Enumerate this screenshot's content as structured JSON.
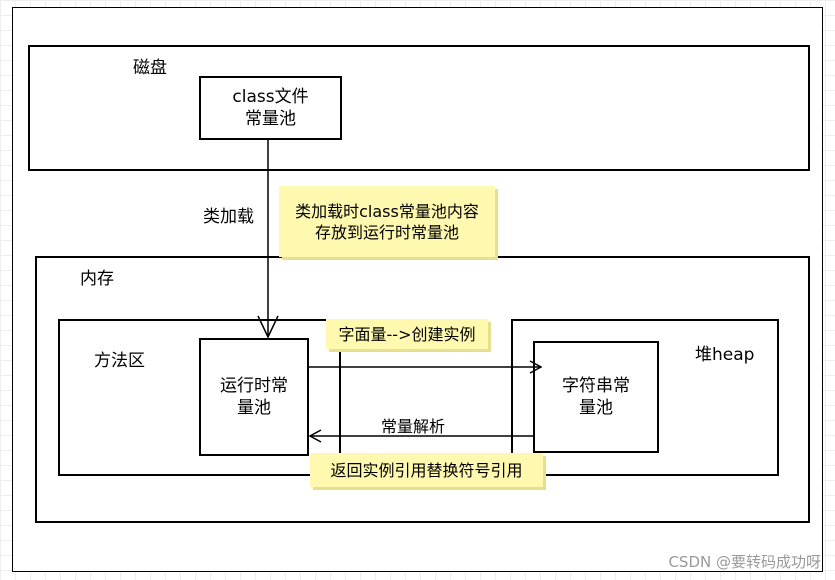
{
  "disk": {
    "label": "磁盘",
    "class_pool": {
      "line1": "class文件",
      "line2": "常量池"
    }
  },
  "load_label": "类加载",
  "note_load": {
    "line1": "类加载时class常量池内容",
    "line2": "存放到运行时常量池"
  },
  "memory": {
    "label": "内存",
    "method_area": {
      "label": "方法区",
      "runtime_pool": {
        "line1": "运行时常",
        "line2": "量池"
      }
    },
    "heap": {
      "label": "堆heap",
      "string_pool": {
        "line1": "字符串常",
        "line2": "量池"
      }
    }
  },
  "note_literal": "字面量-->创建实例",
  "resolve_label": "常量解析",
  "note_return": "返回实例引用替换符号引用",
  "watermark": "CSDN @要转码成功呀"
}
